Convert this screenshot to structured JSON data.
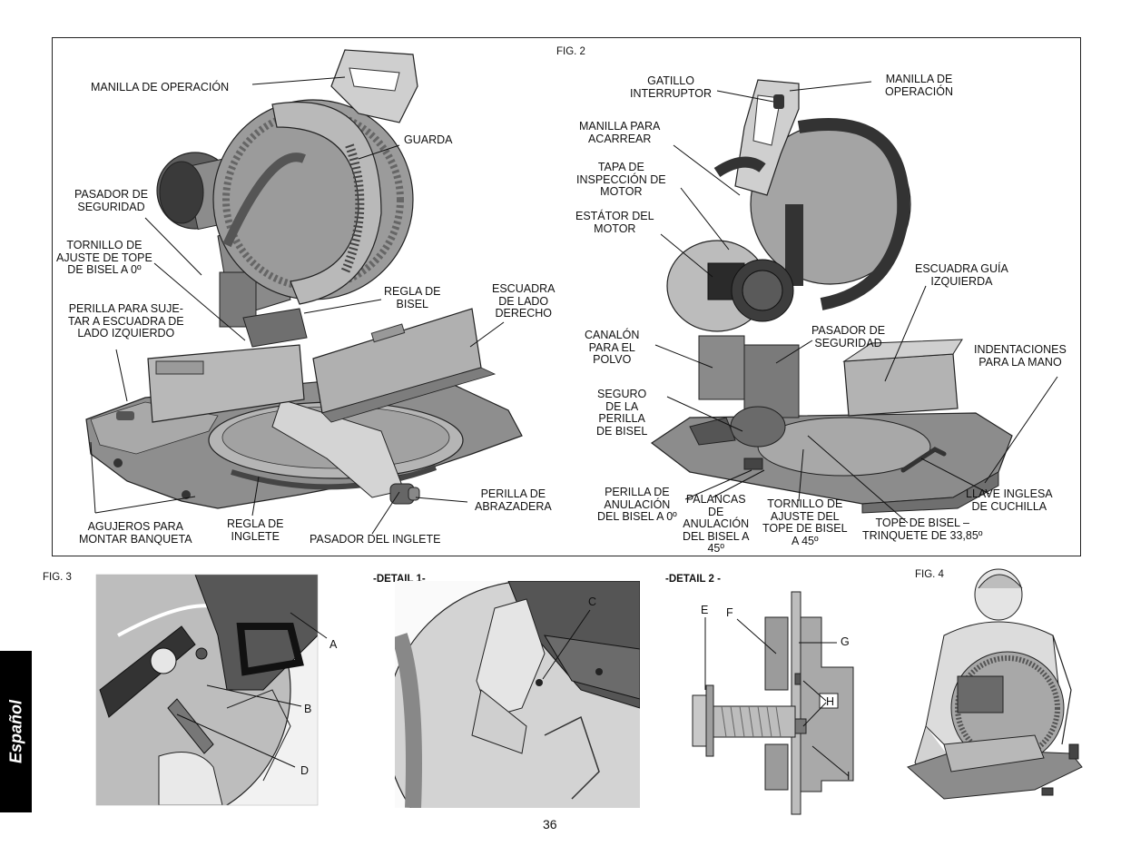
{
  "page_number": "36",
  "language_tab": "Español",
  "fig2": {
    "tag": "FIG. 2",
    "left_labels": {
      "operating_handle": "MANILLA DE OPERACIÓN",
      "guard": "GUARDA",
      "lock_pin": "PASADOR DE\nSEGURIDAD",
      "bevel_stop_screw": "TORNILLO DE\nAJUSTE DE TOPE\nDE BISEL A 0º",
      "left_fence_knob": "PERILLA PARA SUJE-\nTAR A ESCUADRA DE\nLADO IZQUIERDO",
      "bevel_scale": "REGLA DE\nBISEL",
      "right_fence": "ESCUADRA\nDE LADO\nDERECHO",
      "bench_holes": "AGUJEROS PARA\nMONTAR BANQUETA",
      "miter_scale": "REGLA DE\nINGLETE",
      "miter_latch": "PASADOR DEL INGLETE",
      "clamp_knob": "PERILLA DE\nABRAZADERA"
    },
    "right_labels": {
      "trigger_switch": "GATILLO\nINTERRUPTOR",
      "operating_handle": "MANILLA DE\nOPERACIÓN",
      "carry_handle": "MANILLA PARA\nACARREAR",
      "motor_cover": "TAPA DE\nINSPECCIÓN DE\nMOTOR",
      "motor_stator": "ESTÁTOR DEL\nMOTOR",
      "left_fence": "ESCUADRA GUÍA\nIZQUIERDA",
      "dust_chute": "CANALÓN\nPARA EL\nPOLVO",
      "lock_pin": "PASADOR DE\nSEGURIDAD",
      "hand_indents": "INDENTACIONES\nPARA LA MANO",
      "bevel_knob_lock": "SEGURO\nDE LA\nPERILLA\nDE BISEL",
      "blade_wrench": "LLAVE INGLESA\nDE CUCHILLA",
      "bevel_override_0": "PERILLA DE\nANULACIÓN\nDEL BISEL A 0º",
      "bevel_levers_45": "PALANCAS\nDE\nANULACIÓN\nDEL BISEL A\n45º",
      "bevel_stop_screw_45": "TORNILLO DE\nAJUSTE DEL\nTOPE DE BISEL\nA 45º",
      "bevel_detent": "TOPE DE BISEL –\nTRINQUETE DE 33,85º"
    }
  },
  "fig3": {
    "tag": "FIG. 3",
    "letters": {
      "a": "A",
      "b": "B",
      "d": "D"
    }
  },
  "detail1": {
    "tag": "-DETAIL 1-",
    "letter_c": "C"
  },
  "detail2": {
    "tag": "-DETAIL 2 -",
    "letters": {
      "e": "E",
      "f": "F",
      "g": "G",
      "h": "H",
      "i": "I"
    }
  },
  "fig4": {
    "tag": "FIG. 4"
  },
  "colors": {
    "metal_light": "#c8c8c8",
    "metal_mid": "#9c9c9c",
    "metal_dark": "#5a5a5a",
    "outline": "#222222"
  }
}
